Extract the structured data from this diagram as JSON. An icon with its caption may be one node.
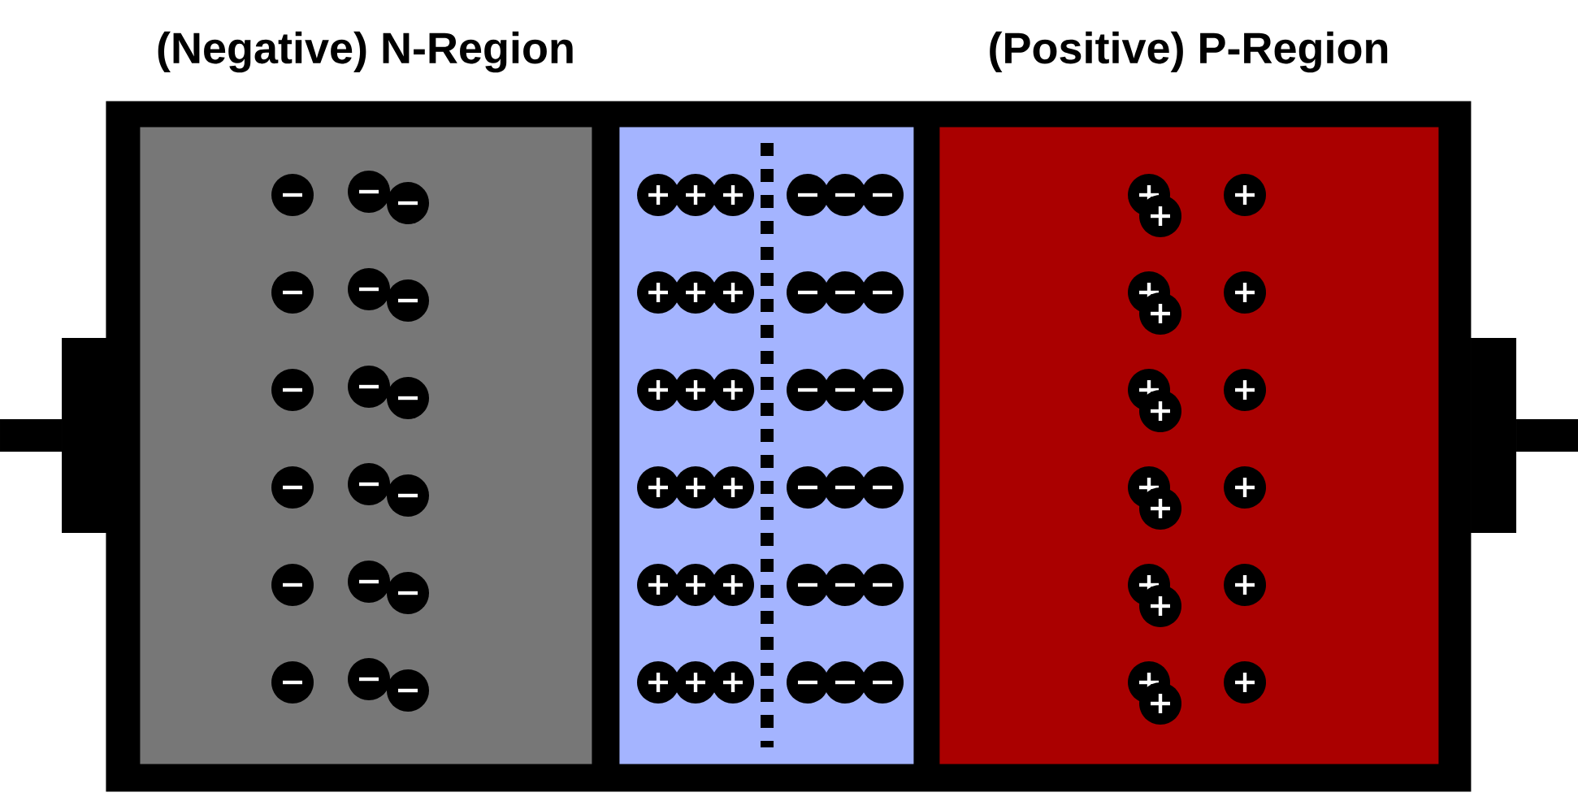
{
  "diagram": {
    "nodes": [
      {
        "text": [],
        "shape": "box"
      },
      {
        "text": [
          "(Negative) N-Region"
        ],
        "in": 0
      },
      {
        "text": [],
        "shape": "box",
        "in": 0
      },
      {
        "text": [
          "(Positive) P-Region"
        ],
        "in": 0
      }
    ]
  }
}
